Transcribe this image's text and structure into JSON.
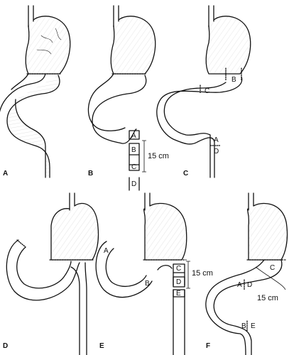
{
  "panels": [
    {
      "letter": "A"
    },
    {
      "letter": "B",
      "segments": [
        "A",
        "B",
        "C",
        "D"
      ],
      "measure": "15 cm"
    },
    {
      "letter": "C",
      "segments": [
        "C",
        "B",
        "A",
        "D"
      ]
    },
    {
      "letter": "D"
    },
    {
      "letter": "E",
      "segments": [
        "A",
        "B",
        "C",
        "D",
        "E"
      ],
      "measure": "15 cm"
    },
    {
      "letter": "F",
      "segments": [
        "A",
        "D",
        "C",
        "B",
        "E"
      ],
      "measure": "15 cm"
    }
  ],
  "colors": {
    "ink": "#111111",
    "paper": "#ffffff"
  }
}
